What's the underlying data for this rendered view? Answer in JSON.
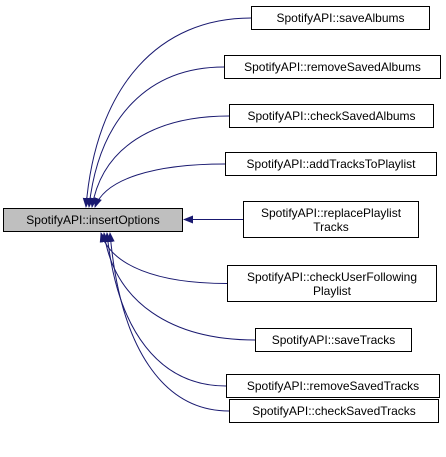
{
  "colors": {
    "edge": "#191970",
    "root_fill": "#bfbfbf",
    "node_fill": "#ffffff",
    "border": "#000000"
  },
  "diagram": {
    "root": {
      "label": "SpotifyAPI::insertOptions"
    },
    "callers": [
      {
        "lines": [
          "SpotifyAPI::saveAlbums"
        ]
      },
      {
        "lines": [
          "SpotifyAPI::removeSavedAlbums"
        ]
      },
      {
        "lines": [
          "SpotifyAPI::checkSavedAlbums"
        ]
      },
      {
        "lines": [
          "SpotifyAPI::addTracksToPlaylist"
        ]
      },
      {
        "lines": [
          "SpotifyAPI::replacePlaylist",
          "Tracks"
        ]
      },
      {
        "lines": [
          "SpotifyAPI::checkUserFollowing",
          "Playlist"
        ]
      },
      {
        "lines": [
          "SpotifyAPI::saveTracks"
        ]
      },
      {
        "lines": [
          "SpotifyAPI::removeSavedTracks"
        ]
      },
      {
        "lines": [
          "SpotifyAPI::checkSavedTracks"
        ]
      }
    ]
  }
}
